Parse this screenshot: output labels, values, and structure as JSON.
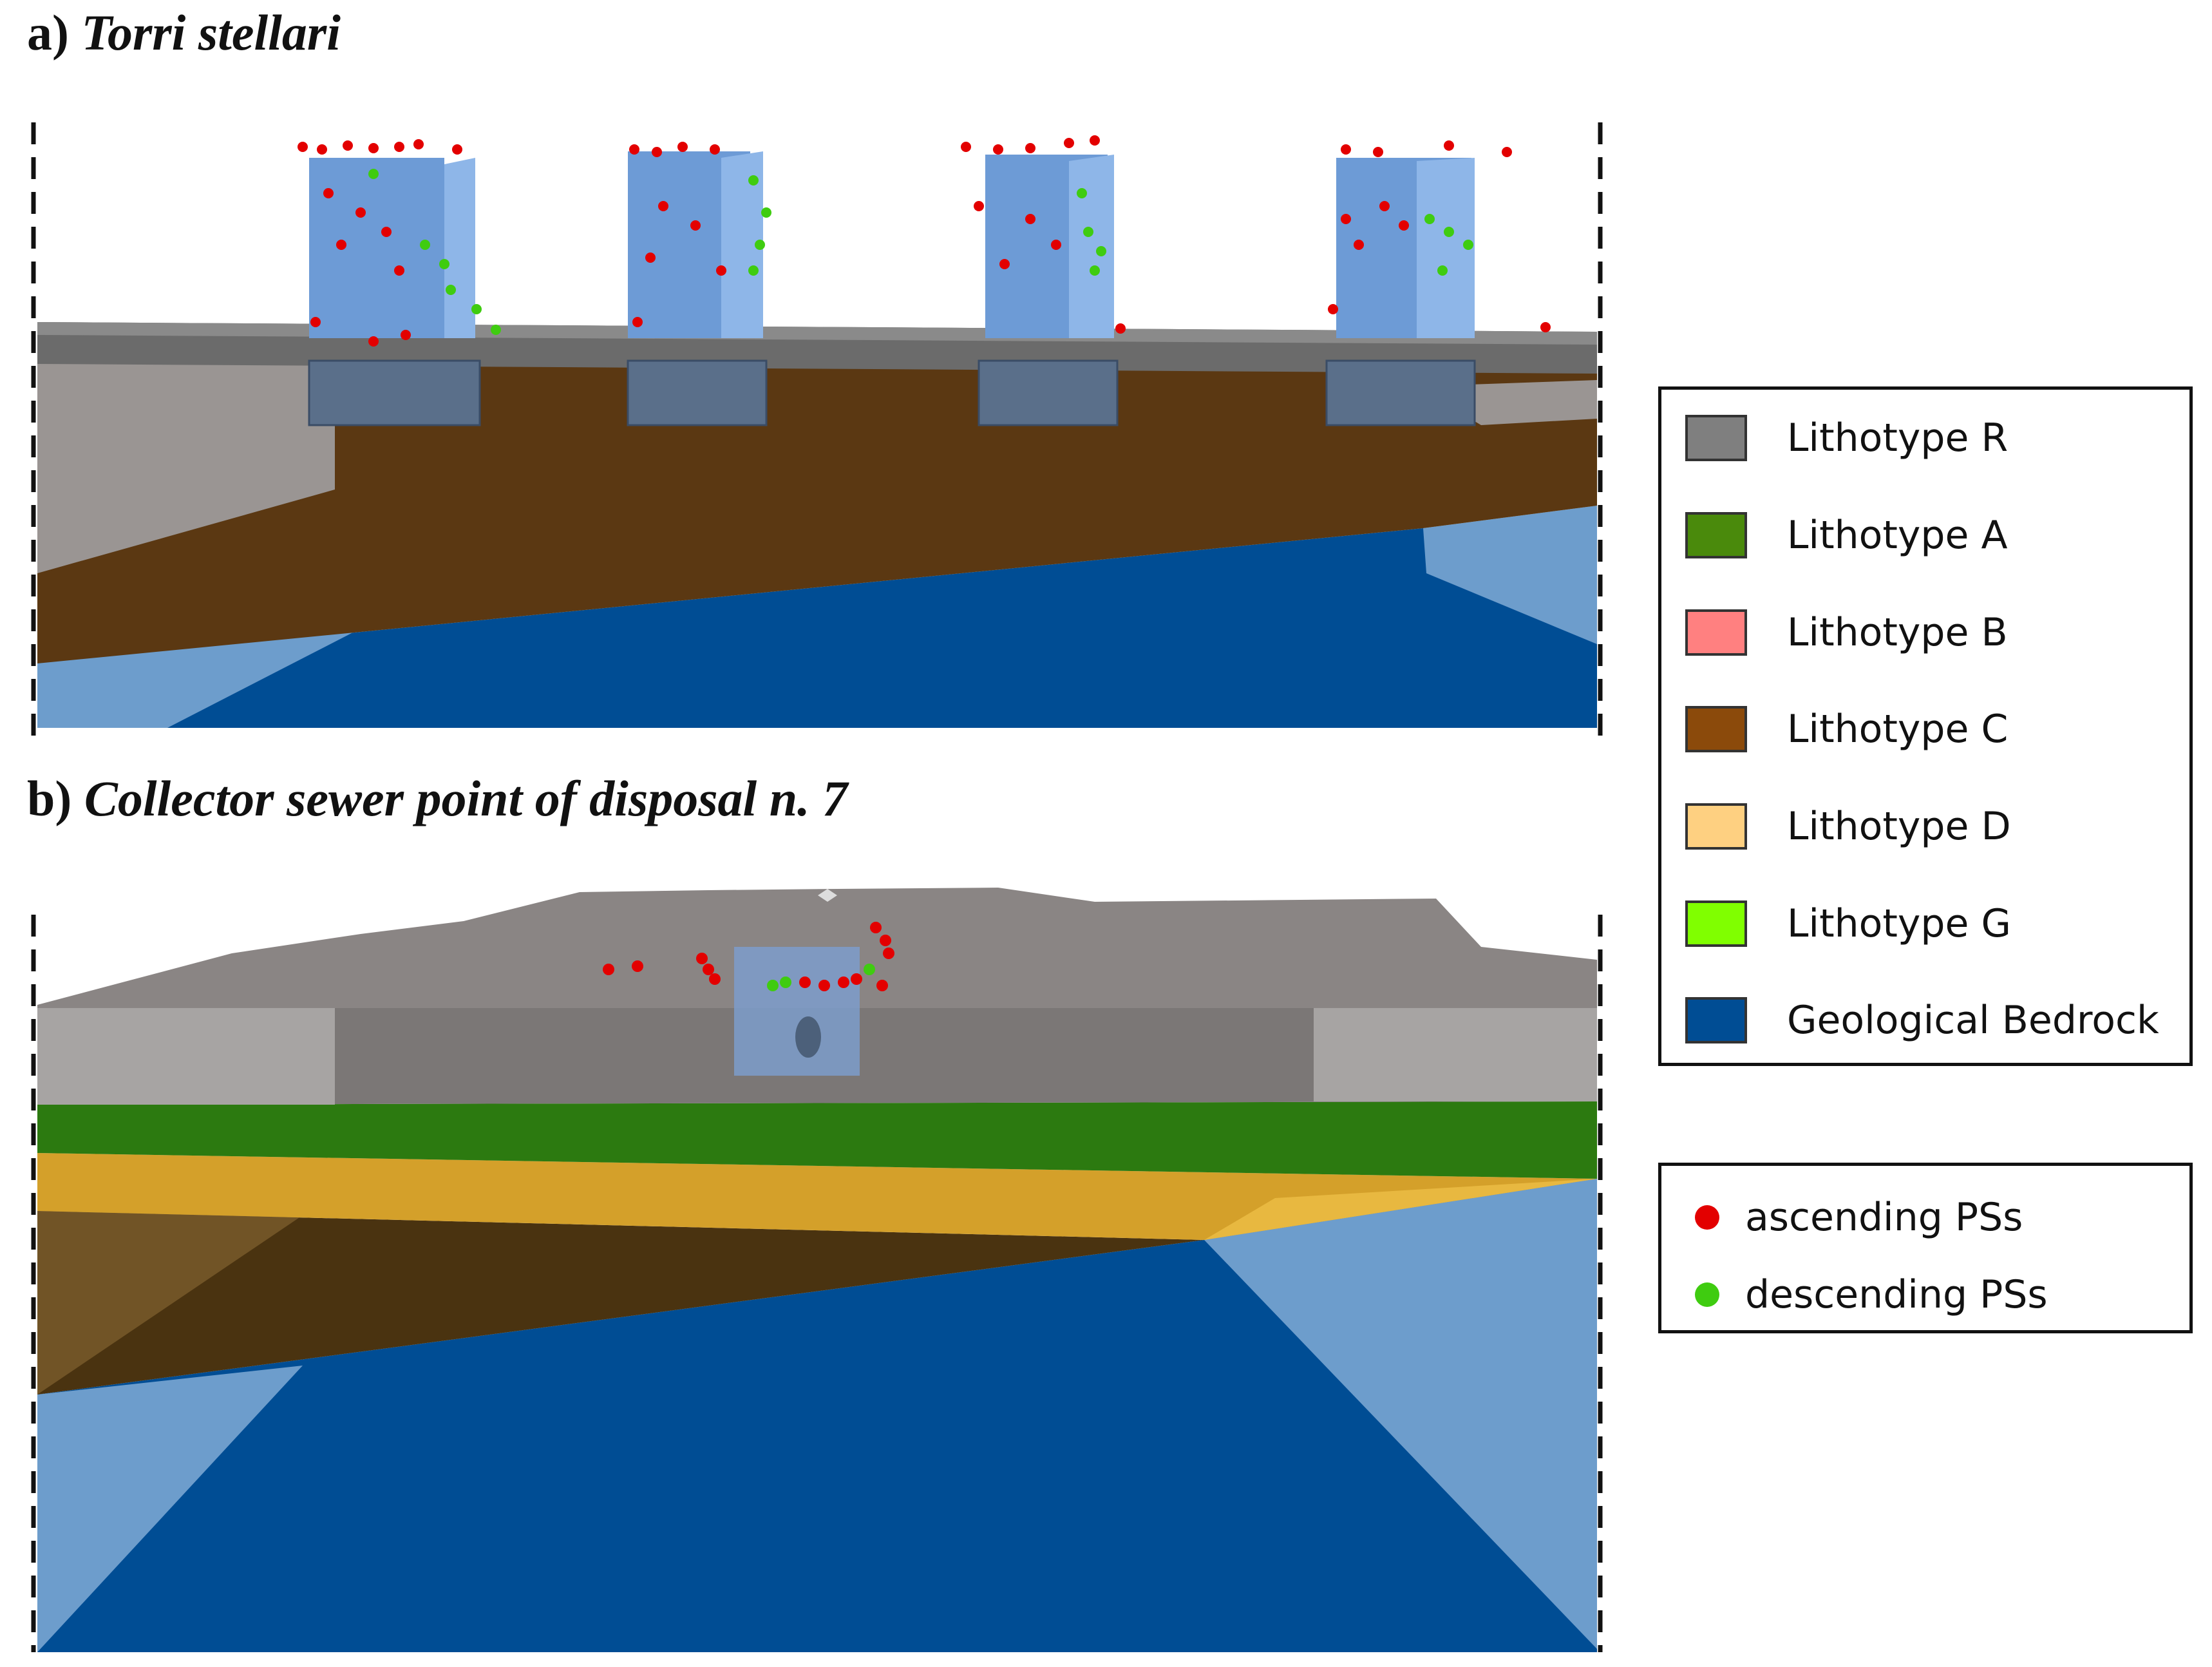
{
  "panel_a": {
    "prefix": "a)",
    "title": "Torri stellari"
  },
  "panel_b": {
    "prefix": "b)",
    "title": "Collector sewer point of disposal n. 7"
  },
  "lithotype_legend": [
    {
      "label": "Lithotype R",
      "color": "#7f7f7f"
    },
    {
      "label": "Lithotype A",
      "color": "#4a8a0c"
    },
    {
      "label": "Lithotype B",
      "color": "#ff8080"
    },
    {
      "label": "Lithotype C",
      "color": "#8b4a0b"
    },
    {
      "label": "Lithotype D",
      "color": "#fed081"
    },
    {
      "label": "Lithotype G",
      "color": "#80ff00"
    },
    {
      "label": "Geological Bedrock",
      "color": "#004d94"
    }
  ],
  "ps_legend": [
    {
      "label": "ascending PSs",
      "color": "#e30000"
    },
    {
      "label": "descending PSs",
      "color": "#3fcc10"
    }
  ]
}
